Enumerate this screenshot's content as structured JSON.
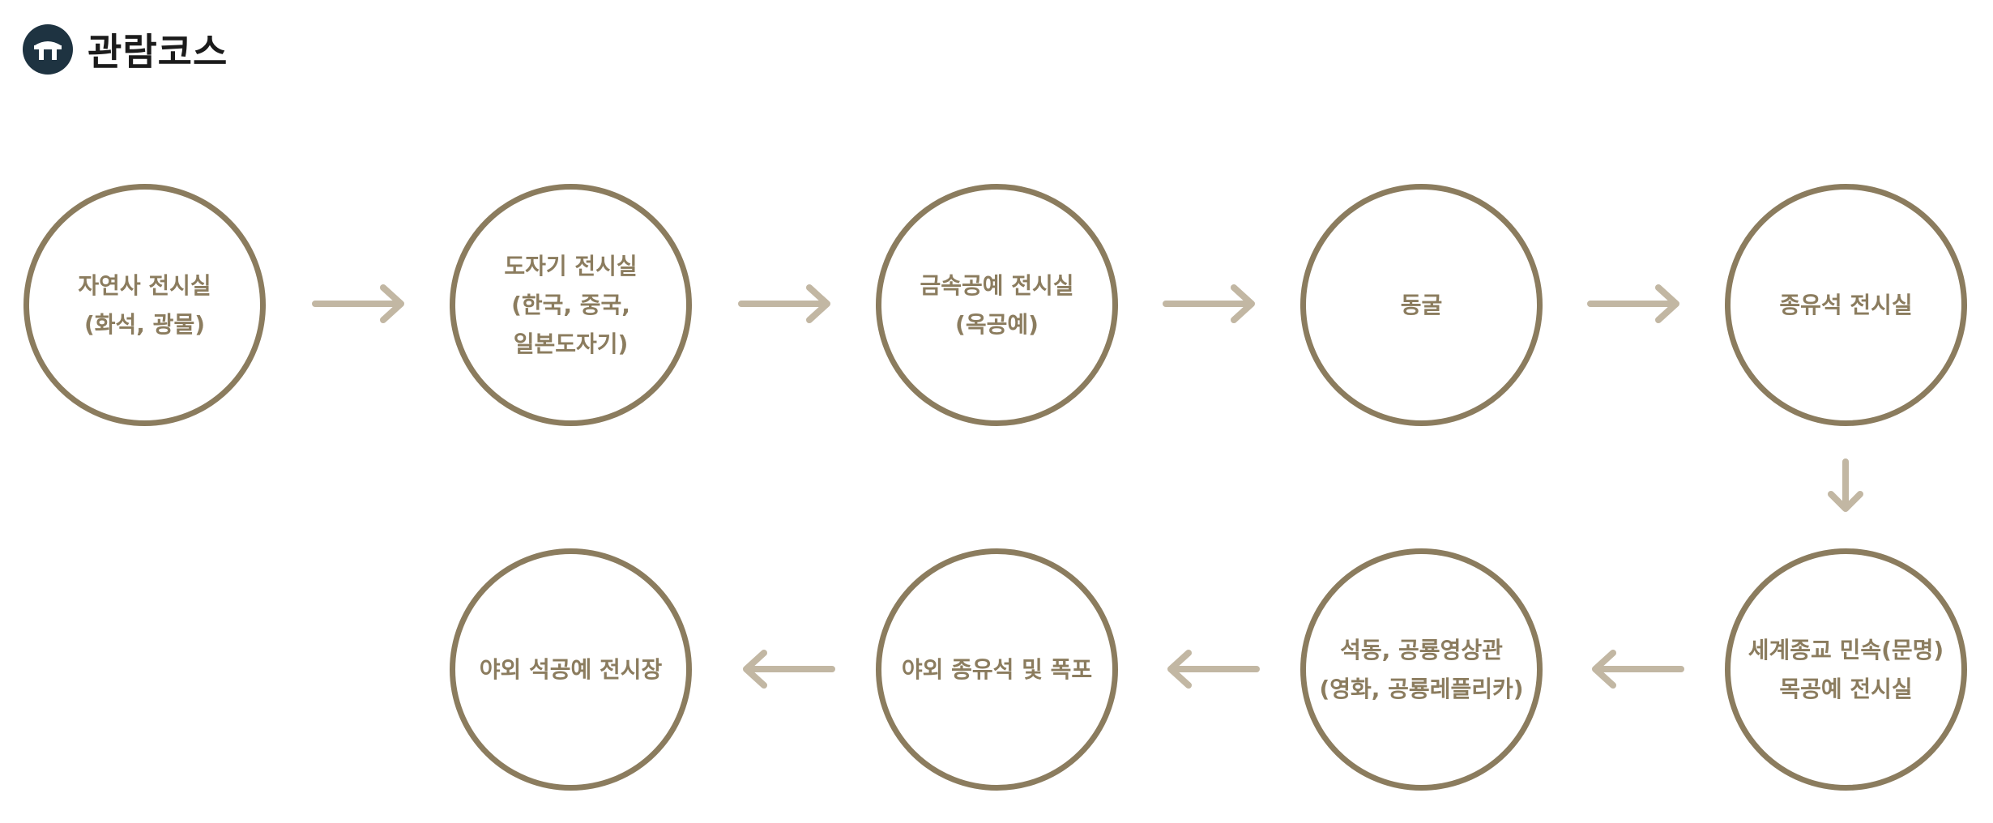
{
  "header": {
    "title": "관람코스",
    "icon": "museum-icon",
    "icon_color": "#1e3341"
  },
  "colors": {
    "circle": "#8b7c5e",
    "arrow": "#c2b7a3"
  },
  "stations": [
    {
      "label": "자연사 전시실\n(화석, 광물)"
    },
    {
      "label": "도자기 전시실\n(한국, 중국,\n일본도자기)"
    },
    {
      "label": "금속공예 전시실\n(옥공예)"
    },
    {
      "label": "동굴"
    },
    {
      "label": "종유석 전시실"
    },
    {
      "label": "세계종교 민속(문명)\n목공예 전시실"
    },
    {
      "label": "석동, 공룡영상관\n(영화, 공룡레플리카)"
    },
    {
      "label": "야외 종유석 및 폭포"
    },
    {
      "label": "야외 석공예 전시장"
    }
  ]
}
